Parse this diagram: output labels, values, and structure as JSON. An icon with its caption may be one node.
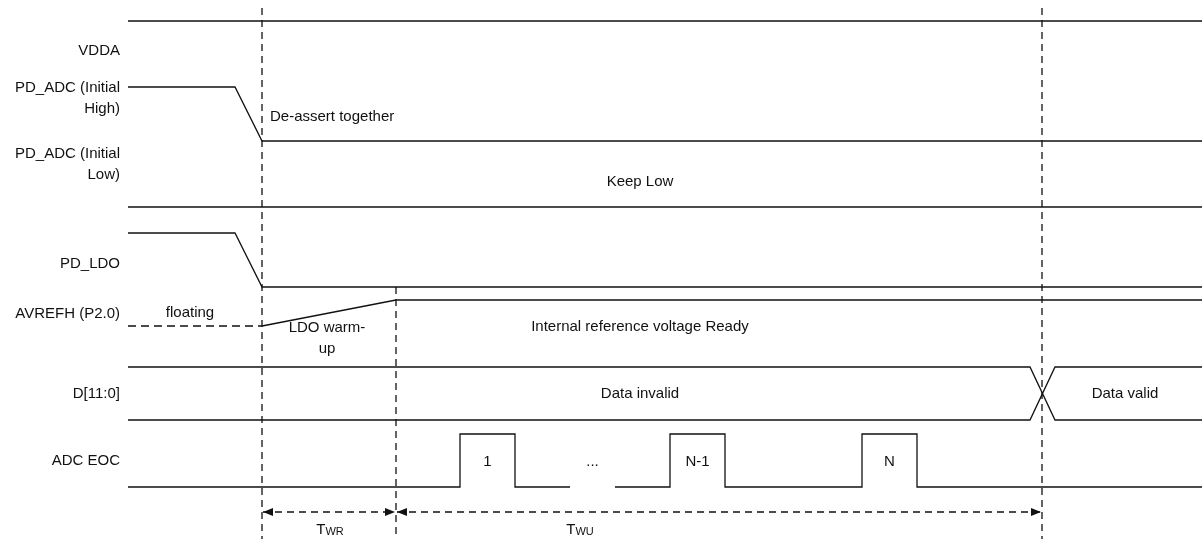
{
  "diagram": {
    "labels": [
      "VDDA",
      "PD_ADC (Initial High)",
      "De-assert together",
      "PD_ADC (Initial Low)",
      "Keep Low",
      "PD_LDO",
      "AVREFH (P2.0)",
      "floating",
      "LDO warm-up",
      "Internal reference voltage Ready",
      "D[11:0]",
      "Data invalid",
      "Data valid",
      "ADC EOC",
      "1",
      "...",
      "N-1",
      "N",
      "T$_{WR}$",
      "T$_{WU}$"
    ]
  }
}
